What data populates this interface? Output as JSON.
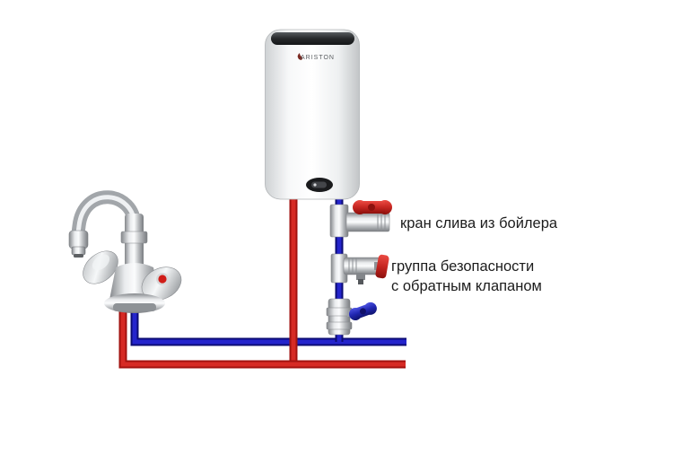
{
  "boiler": {
    "brand": "ARISTON"
  },
  "labels": {
    "drain_valve": "кран слива из бойлера",
    "safety_group_line1": "группа безопасности",
    "safety_group_line2": "с обратным клапаном"
  },
  "colors": {
    "background": "#ffffff",
    "hot_pipe": "#d62a24",
    "hot_pipe_edge": "#a31310",
    "cold_pipe": "#2424cc",
    "cold_pipe_edge": "#0c0c74",
    "valve_handle_red": "#c62621",
    "valve_handle_blue": "#2026b0",
    "label_text": "#1c1c1c"
  }
}
